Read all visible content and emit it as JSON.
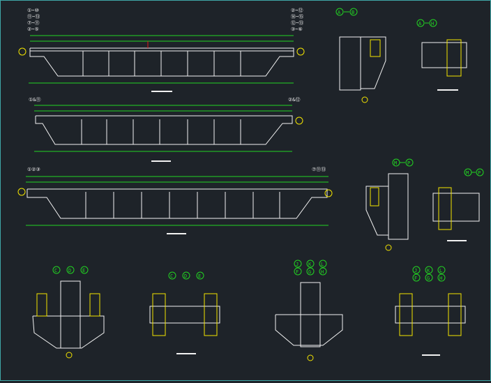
{
  "colors": {
    "background": "#1e2329",
    "green": "#22d422",
    "white": "#f2f2f2",
    "red": "#e01818",
    "yellow": "#f4e500",
    "cyan": "#19d3e6",
    "magenta": "#ff40ff",
    "orange": "#f2a01e"
  },
  "axis_labels": {
    "a1_left": [
      "①~⑩",
      "⑪~⑬",
      "⑦~⑪",
      "②~⑤"
    ],
    "a1_right": [
      "②~⑫",
      "⑭~⑮",
      "⑫~⑬",
      "③~⑥"
    ],
    "a2_left": "①&⑪",
    "a2_right": "②&⑫",
    "a3_left": "①②③",
    "a3_right": "⑦⑪⑬"
  },
  "section_titles": {
    "AB": [
      "A",
      "B"
    ],
    "AH": [
      "A",
      "H"
    ],
    "MP1": [
      "M",
      "P"
    ],
    "MP2": [
      "M",
      "P"
    ],
    "CDE1": [
      "C",
      "D",
      "E"
    ],
    "CDE2": [
      "C",
      "D",
      "E"
    ],
    "JKL1": [
      "J",
      "K",
      "L"
    ],
    "FGH1": [
      "F",
      "G",
      "H"
    ],
    "JKL2": [
      "J",
      "K",
      "L"
    ],
    "FGH2": [
      "F",
      "G",
      "H"
    ]
  }
}
